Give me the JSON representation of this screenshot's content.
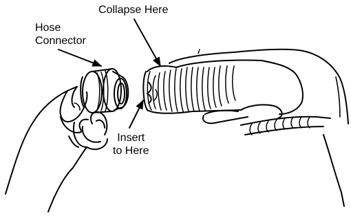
{
  "labels": {
    "collapse": "Collapse Here",
    "hose_line1": "Hose",
    "hose_line2": "Connector",
    "insert_line1": "Insert",
    "insert_line2": "to Here"
  }
}
